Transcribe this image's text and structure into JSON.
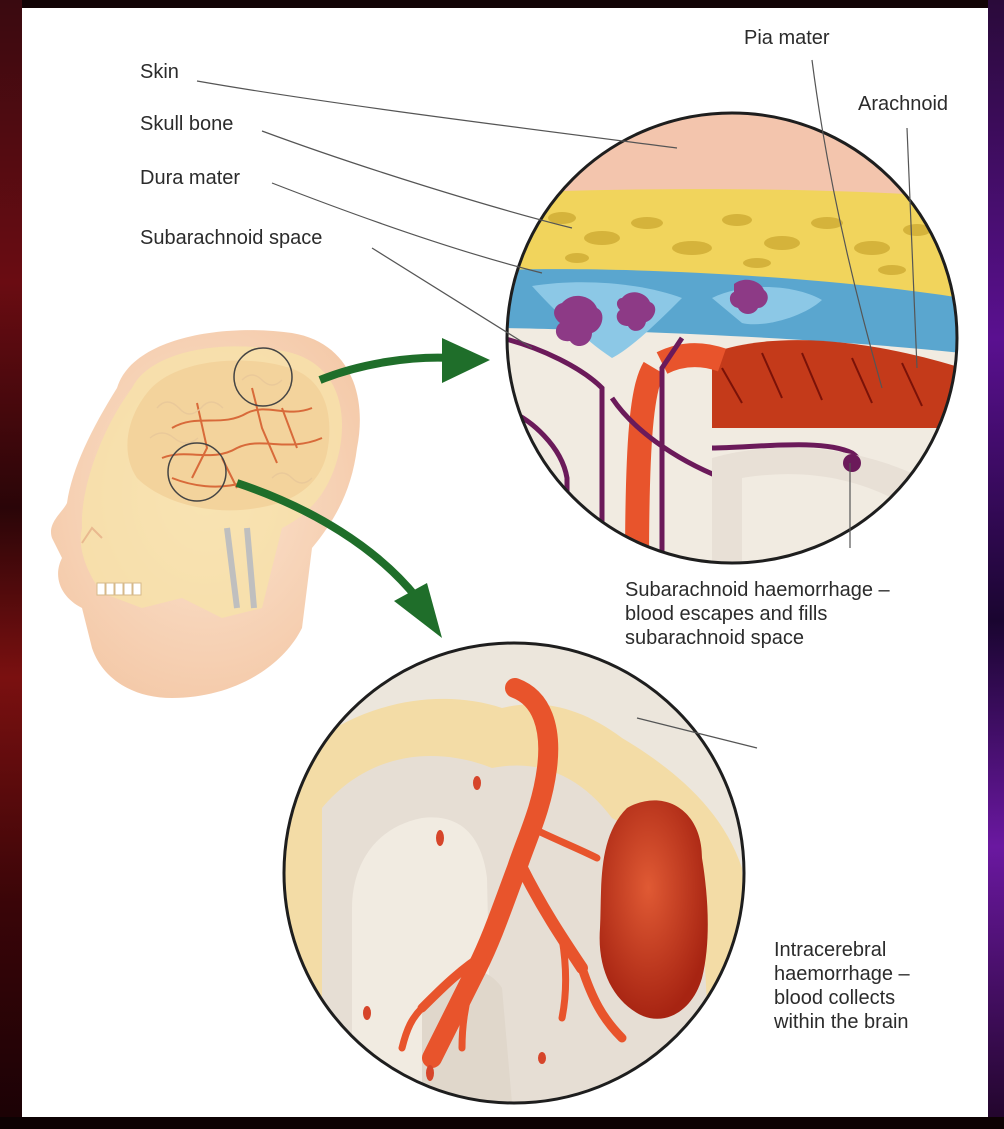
{
  "labels": {
    "skin": "Skin",
    "skull_bone": "Skull bone",
    "dura_mater": "Dura mater",
    "subarachnoid_space": "Subarachnoid space",
    "pia_mater": "Pia mater",
    "arachnoid": "Arachnoid",
    "subarachnoid_haemorrhage": "Subarachnoid haemorrhage –\nblood escapes and fills\nsubarachnoid space",
    "intracerebral_haemorrhage": "Intracerebral\nhaemorrhage –\nblood collects\nwithin the brain"
  },
  "colors": {
    "skin": "#f2c1ab",
    "bone": "#f1d45c",
    "dura": "#5aa6cf",
    "vessel": "#e8542c",
    "vessel_dark": "#b8280f",
    "blood_clot": "#c7391e",
    "purple_tissue": "#6b1a5a",
    "brain_grey": "#e8e0d6",
    "arrow_green": "#1f6e2a"
  },
  "icons": [
    "head-illustration",
    "zoom-arrow-upper",
    "zoom-arrow-lower",
    "meninges-magnified",
    "brain-tissue-magnified"
  ]
}
